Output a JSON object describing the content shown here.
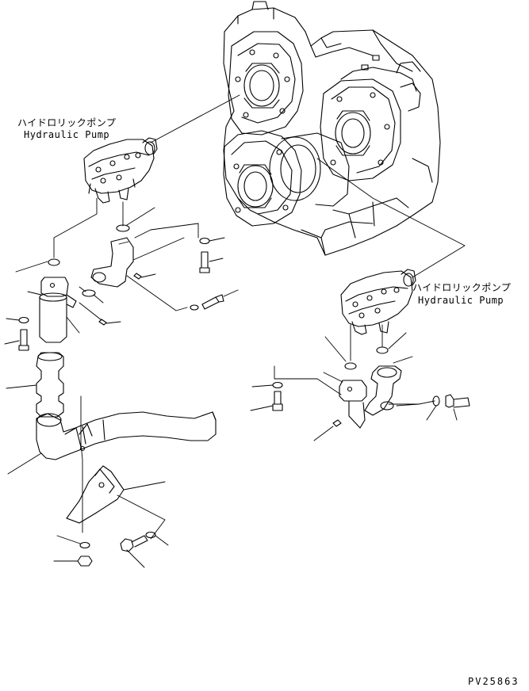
{
  "labels": {
    "pump_left_jp": "ハイドロリックポンプ",
    "pump_left_en": "Hydraulic Pump",
    "pump_right_jp": "ハイドロリックポンプ",
    "pump_right_en": "Hydraulic Pump"
  },
  "drawing_number": "PV25863",
  "style": {
    "line_color": "#000000",
    "background": "#ffffff"
  }
}
